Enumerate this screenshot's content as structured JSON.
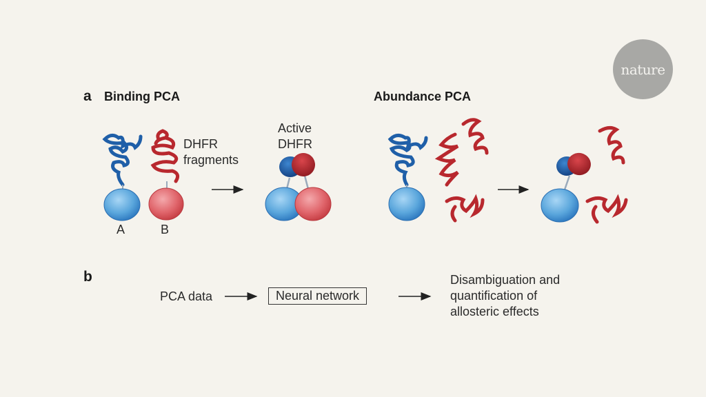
{
  "logo": {
    "text": "nature"
  },
  "panel_a": {
    "letter": "a",
    "binding": {
      "title": "Binding PCA",
      "fragments_label_line1": "DHFR",
      "fragments_label_line2": "fragments",
      "protein_a_label": "A",
      "protein_b_label": "B",
      "active_label_line1": "Active",
      "active_label_line2": "DHFR"
    },
    "abundance": {
      "title": "Abundance PCA"
    }
  },
  "panel_b": {
    "letter": "b",
    "input_label": "PCA data",
    "model_label": "Neural network",
    "output_line1": "Disambiguation and",
    "output_line2": "quantification of",
    "output_line3": "allosteric effects"
  },
  "colors": {
    "background": "#f5f3ed",
    "blue": "#1f5fa8",
    "red": "#b8282e",
    "light_blue": "#5aa6dc",
    "light_red": "#e0656b",
    "logo_grey": "#a8a8a5"
  }
}
